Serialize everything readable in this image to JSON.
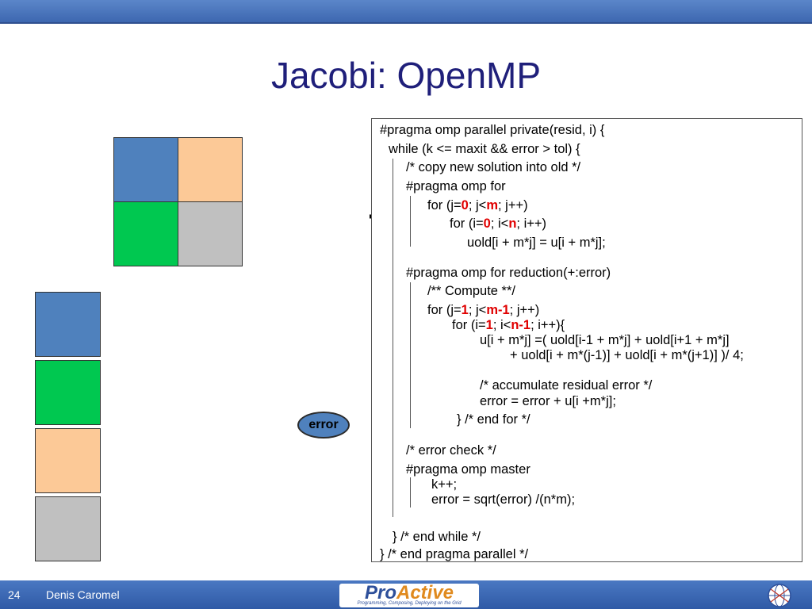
{
  "slide": {
    "title": "Jacobi: OpenMP",
    "page_number": "24",
    "author": "Denis Caromel",
    "logo": {
      "pro": "Pro",
      "active": "Active",
      "tagline": "Programming, Composing, Deploying on the Grid"
    },
    "error_label": "error"
  },
  "colors": {
    "blue": "#4f81bd",
    "peach": "#fcc997",
    "green": "#00c850",
    "gray": "#c0c0c0",
    "red": "#e00000",
    "title": "#1f1f7a"
  },
  "code": {
    "l1": "#pragma omp parallel private(resid, i) {",
    "l2": "while (k <= maxit && error > tol) {",
    "l3": "/* copy new solution into old */",
    "l4": "#pragma omp for",
    "l5a": "for (j=",
    "l5b": "0",
    "l5c": "; j<",
    "l5d": "m",
    "l5e": "; j++)",
    "l6a": "for (i=",
    "l6b": "0",
    "l6c": "; i<",
    "l6d": "n",
    "l6e": "; i++)",
    "l7": "uold[i + m*j] = u[i + m*j];",
    "l8": "#pragma omp for reduction(+:error)",
    "l9": "/** Compute **/",
    "l10a": "for (j=",
    "l10b": "1",
    "l10c": "; j<",
    "l10d": "m-1",
    "l10e": "; j++)",
    "l11a": "for (i=",
    "l11b": "1",
    "l11c": "; i<",
    "l11d": "n-1",
    "l11e": "; i++){",
    "l12": "u[i + m*j] =( uold[i-1 + m*j] + uold[i+1 + m*j]",
    "l13": "+ uold[i + m*(j-1)] + uold[i + m*(j+1)] )/ 4;",
    "l14": "/* accumulate residual error */",
    "l15": "error = error + u[i +m*j];",
    "l16": "} /* end for */",
    "l17": "/* error check */",
    "l18": "#pragma omp master",
    "l19": "k++;",
    "l20": "error = sqrt(error) /(n*m);",
    "l21": "} /* end while */",
    "l22": "} /* end pragma parallel */"
  }
}
